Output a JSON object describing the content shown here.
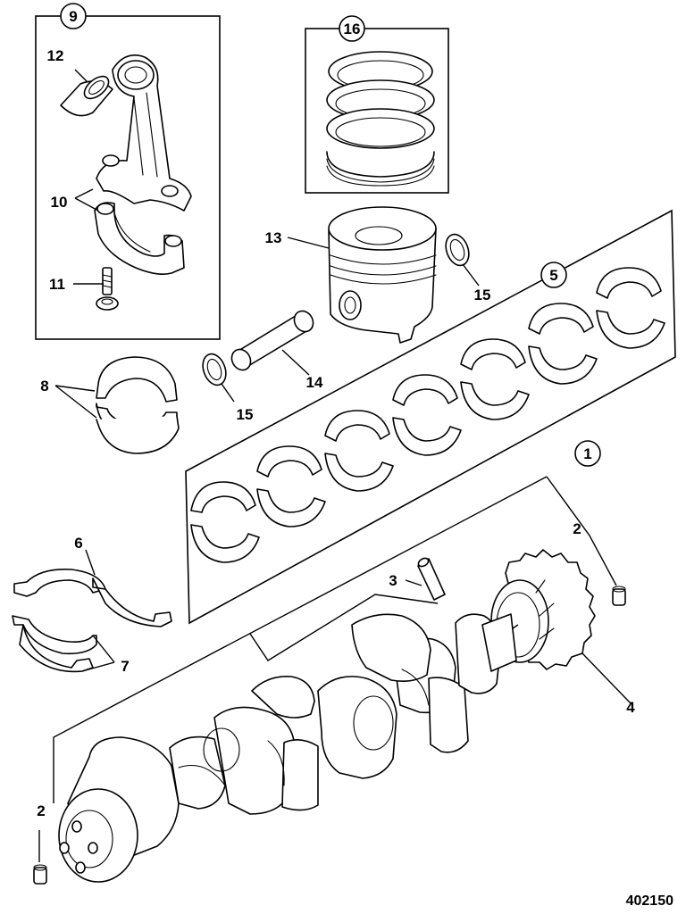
{
  "callouts": {
    "conrod_kit": "9",
    "small_end_bush": "12",
    "conrod_cap": "10",
    "conrod_bolt": "11",
    "ring_set": "16",
    "piston": "13",
    "circlip_right": "15",
    "circlip_left": "15",
    "gudgeon_pin": "14",
    "conrod_bearing": "8",
    "main_bearing_set": "5",
    "crankshaft_kit": "1",
    "dowel_pin": "3",
    "plug_right": "2",
    "plug_left": "2",
    "thrust_washer_upper": "6",
    "thrust_washer_lower": "7",
    "timing_gear": "4"
  },
  "figure_number": "402150"
}
